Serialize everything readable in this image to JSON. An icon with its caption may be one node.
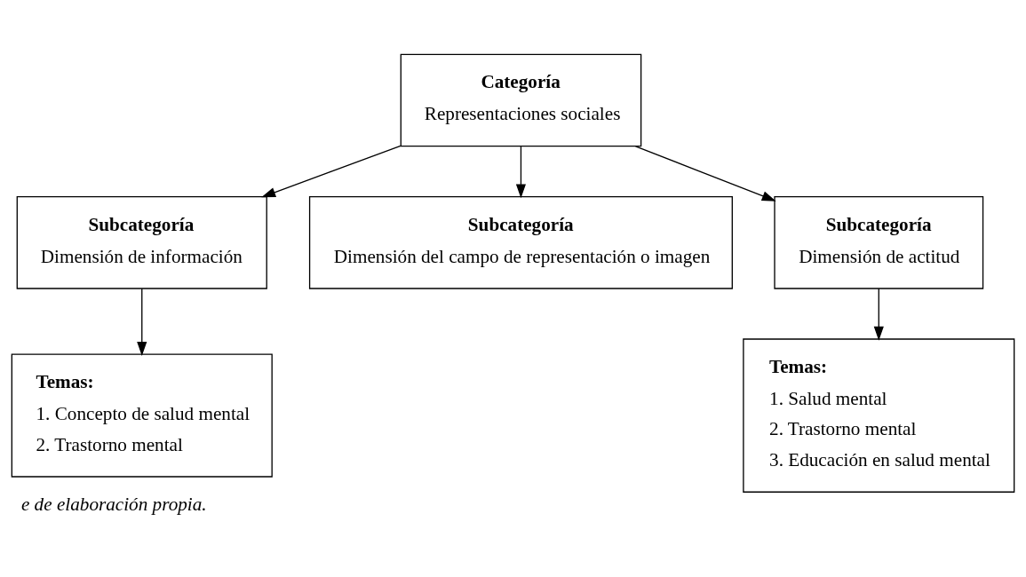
{
  "diagram": {
    "caption": "e de elaboración propia.",
    "nodes": [
      {
        "text": [
          "Categoría",
          "Representaciones sociales"
        ]
      },
      {
        "text": [
          "Subcategoría",
          "Dimensión de información"
        ]
      },
      {
        "text": [
          "Subcategoría",
          "Dimensión del campo de representación o imagen"
        ]
      },
      {
        "text": [
          "Subcategoría",
          "Dimensión de actitud"
        ]
      },
      {
        "text": [
          "Temas:",
          "1. Concepto de salud mental",
          "2. Trastorno mental"
        ]
      },
      {
        "text": [
          "Temas:",
          "1. Salud mental",
          "2. Trastorno mental",
          "3. Educación en salud mental"
        ]
      }
    ],
    "edges": [
      {
        "from": 0,
        "to": 1,
        "arrow": "to"
      },
      {
        "from": 0,
        "to": 2,
        "arrow": "to"
      },
      {
        "from": 0,
        "to": 3,
        "arrow": "to"
      },
      {
        "from": 1,
        "to": 4,
        "arrow": "to"
      },
      {
        "from": 3,
        "to": 5,
        "arrow": "to"
      }
    ]
  }
}
